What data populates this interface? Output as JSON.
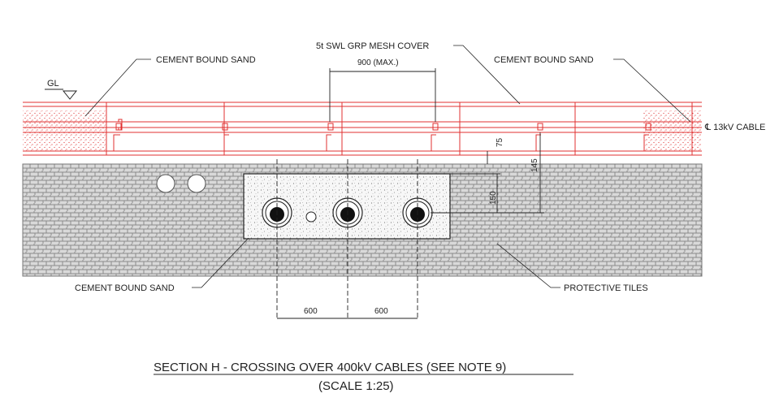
{
  "labels": {
    "gl": "GL",
    "cement_bound_sand_top_left": "CEMENT BOUND SAND",
    "mesh_cover": "5t SWL GRP MESH COVER",
    "mesh_span": "900 (MAX.)",
    "cement_bound_sand_top_right": "CEMENT BOUND SAND",
    "cable_13kv": "℄ 13kV CABLE",
    "cement_bound_sand_bottom": "CEMENT BOUND SAND",
    "protective_tiles": "PROTECTIVE TILES"
  },
  "dimensions": {
    "d75": "75",
    "d150": "150",
    "d145": "145",
    "spacing_left": "600",
    "spacing_right": "600"
  },
  "title": {
    "main": "SECTION H  - CROSSING OVER 400kV CABLES (SEE NOTE 9)",
    "scale": "(SCALE 1:25)"
  },
  "colors": {
    "structure_red": "#e03030",
    "linework": "#222222",
    "hatch_gray": "#8a8a8a"
  }
}
